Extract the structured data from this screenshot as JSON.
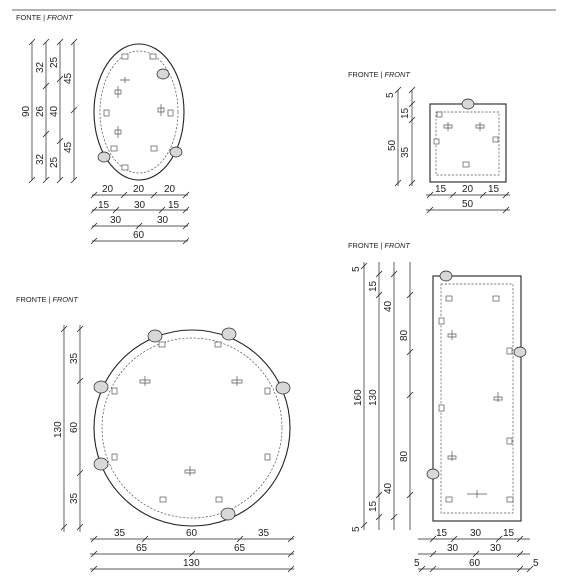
{
  "views": [
    {
      "id": "oval",
      "label_main": "FONTE",
      "label_sep": "|",
      "label_italic": "FRONT",
      "dims": {
        "v_outer": "90",
        "v_mid": [
          "32",
          "26",
          "32"
        ],
        "v_inner": [
          "25",
          "40",
          "25"
        ],
        "v_far": [
          "45",
          "45"
        ],
        "h_top": [
          "20",
          "20",
          "20"
        ],
        "h_second": [
          "15",
          "30",
          "15"
        ],
        "h_third": "30",
        "h_total": "60"
      }
    },
    {
      "id": "small-rect",
      "label_main": "FRONTE",
      "label_sep": "|",
      "label_italic": "FRONT",
      "dims": {
        "v_outer": "50",
        "v_inner": [
          "5",
          "15",
          "35"
        ],
        "h_top": [
          "15",
          "20",
          "15"
        ],
        "h_total": "50"
      }
    },
    {
      "id": "round",
      "label_main": "FRONTE",
      "label_sep": "|",
      "label_italic": "FRONT",
      "dims": {
        "v_outer": "130",
        "v_inner": [
          "35",
          "60",
          "35"
        ],
        "h_top": [
          "35",
          "60",
          "35"
        ],
        "h_second": [
          "65",
          "65"
        ],
        "h_total": "130"
      }
    },
    {
      "id": "tall-rect",
      "label_main": "FRONTE",
      "label_sep": "|",
      "label_italic": "FRONT",
      "dims": {
        "v_outer": "160",
        "v_mid": "130",
        "v_inner": [
          "40",
          "80",
          "80",
          "40"
        ],
        "v_edges": [
          "5",
          "15",
          "15",
          "5"
        ],
        "h_top": [
          "15",
          "30",
          "15"
        ],
        "h_second": [
          "30",
          "30"
        ],
        "h_total": "60",
        "h_edges": [
          "5",
          "5"
        ]
      }
    }
  ]
}
